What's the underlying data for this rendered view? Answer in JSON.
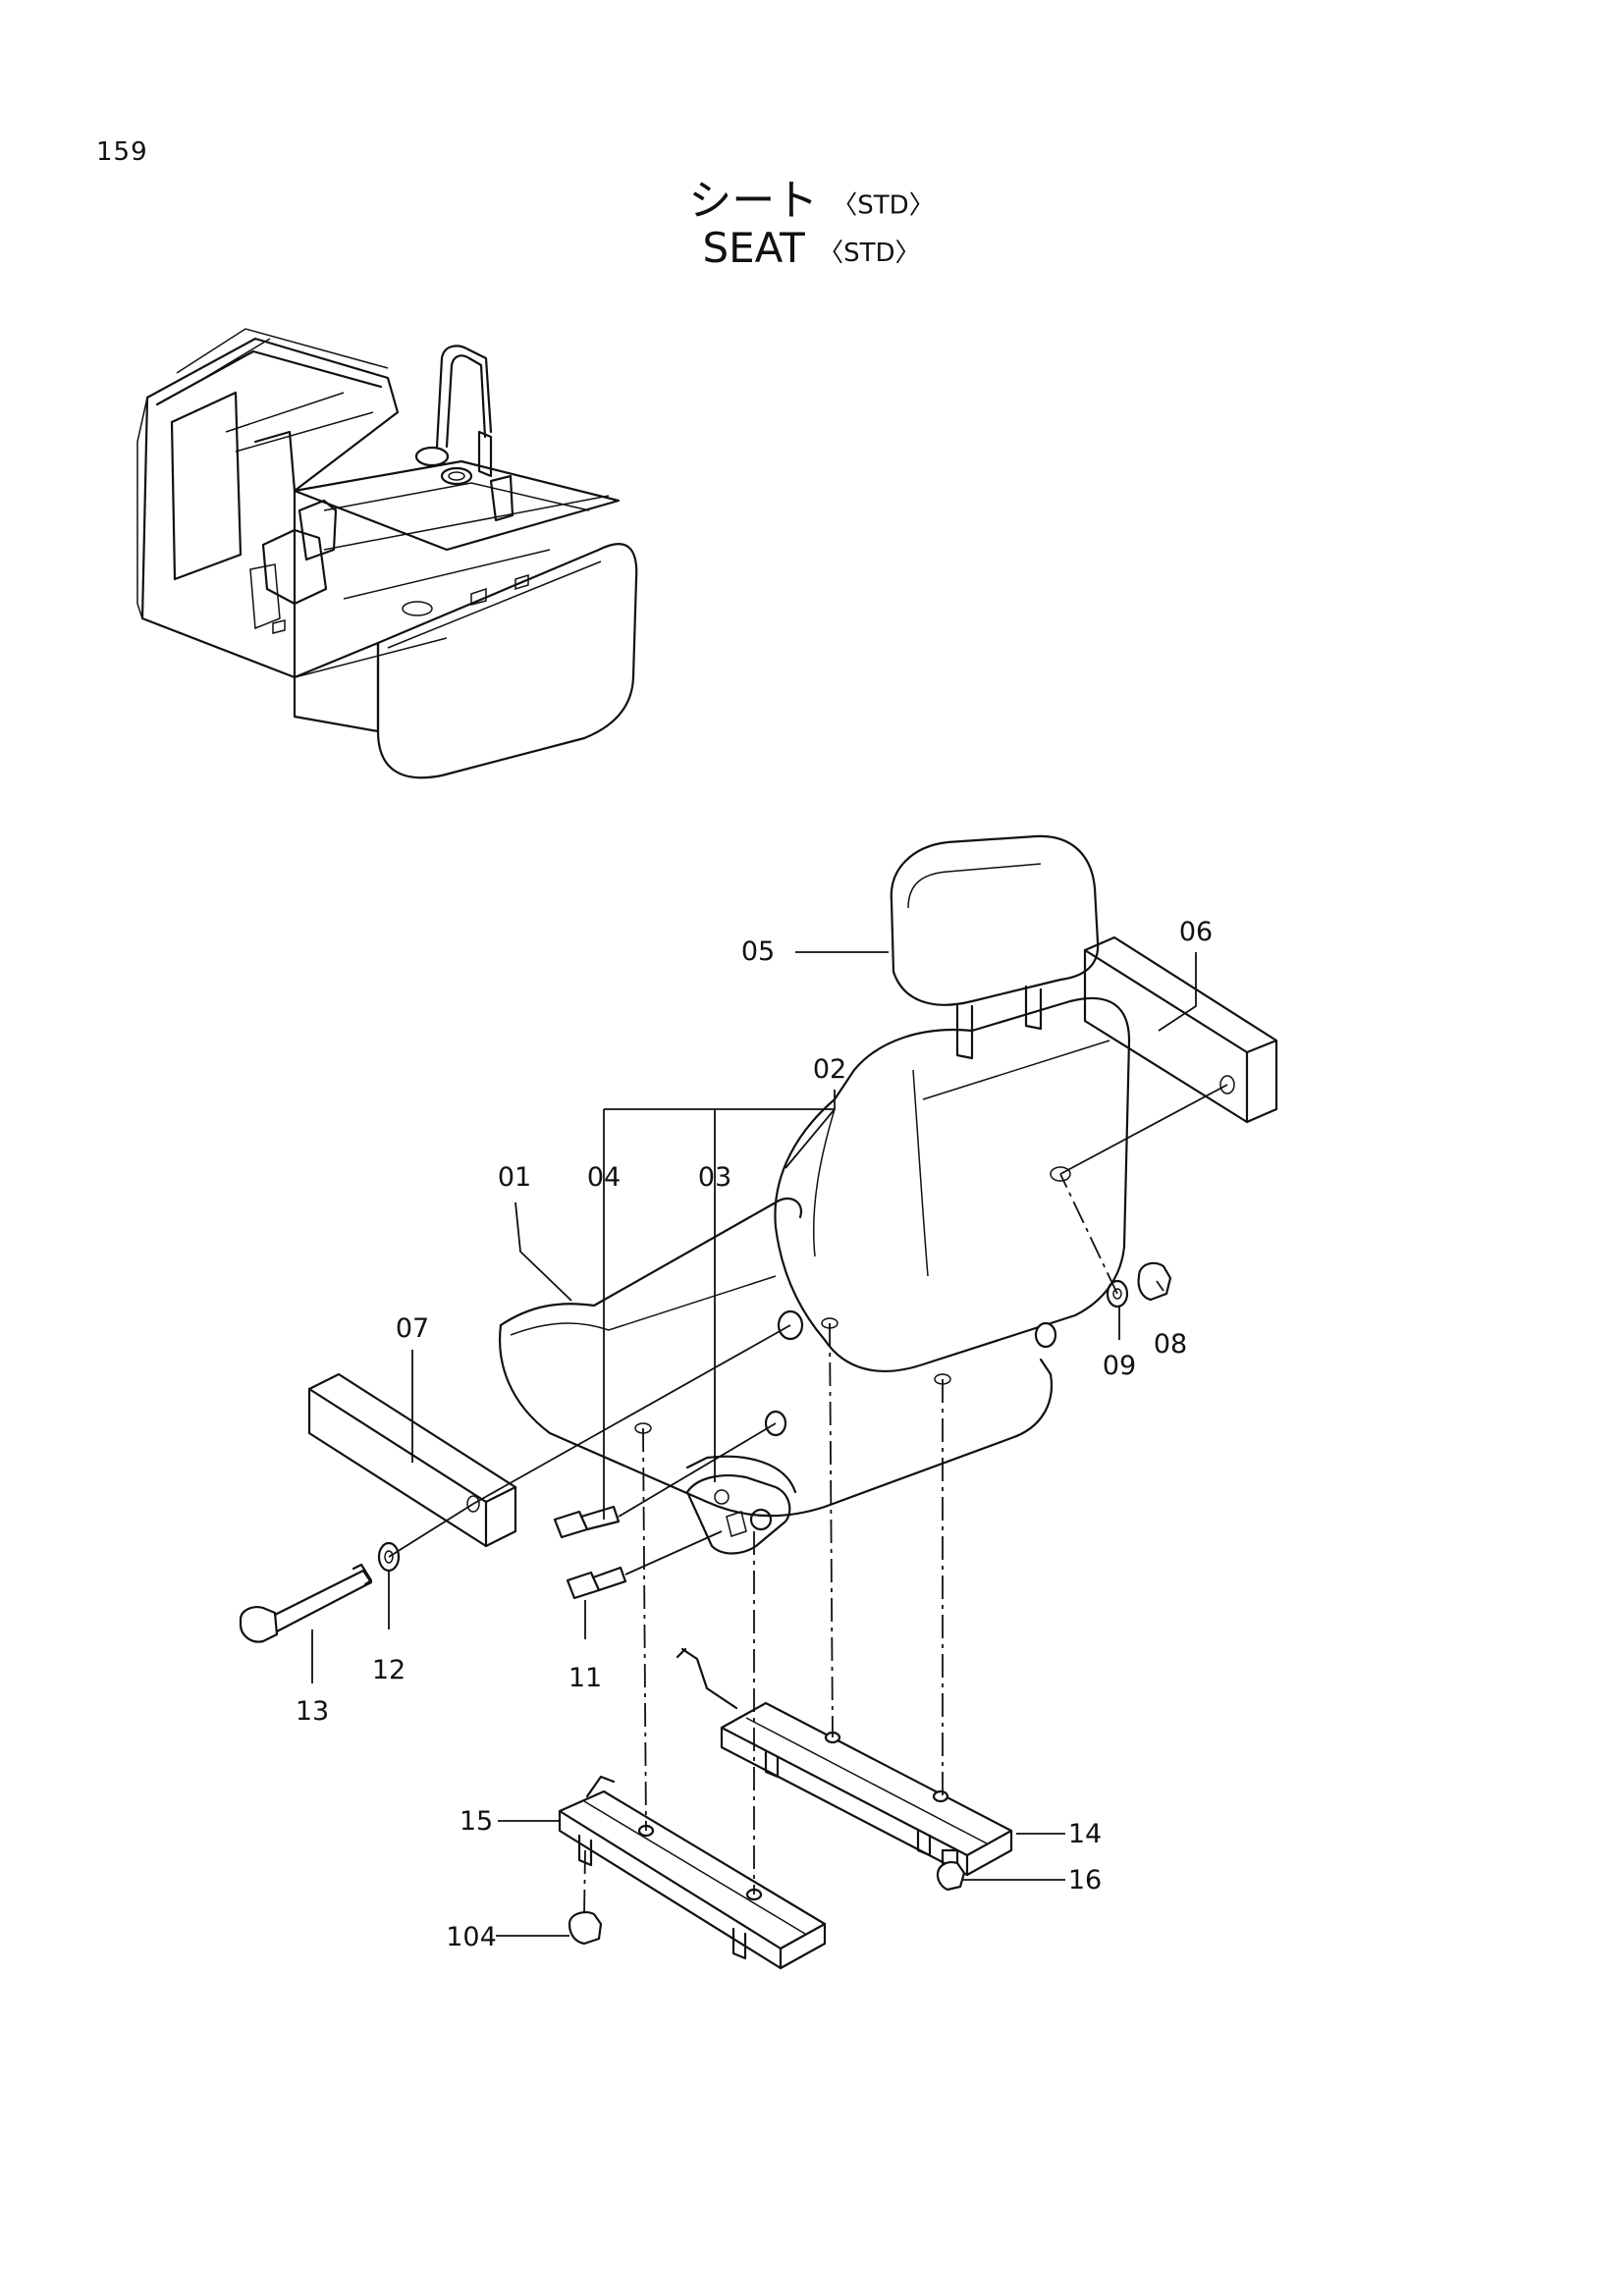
{
  "page_number": "159",
  "title": {
    "japanese": "シート",
    "english": "SEAT",
    "variant": "〈STD〉"
  },
  "callouts": [
    {
      "id": "c01",
      "label": "01"
    },
    {
      "id": "c02",
      "label": "02"
    },
    {
      "id": "c03",
      "label": "03"
    },
    {
      "id": "c04",
      "label": "04"
    },
    {
      "id": "c05",
      "label": "05"
    },
    {
      "id": "c06",
      "label": "06"
    },
    {
      "id": "c07",
      "label": "07"
    },
    {
      "id": "c08",
      "label": "08"
    },
    {
      "id": "c09",
      "label": "09"
    },
    {
      "id": "c11",
      "label": "11"
    },
    {
      "id": "c12",
      "label": "12"
    },
    {
      "id": "c13",
      "label": "13"
    },
    {
      "id": "c14",
      "label": "14"
    },
    {
      "id": "c15",
      "label": "15"
    },
    {
      "id": "c16",
      "label": "16"
    },
    {
      "id": "c104",
      "label": "104"
    }
  ]
}
